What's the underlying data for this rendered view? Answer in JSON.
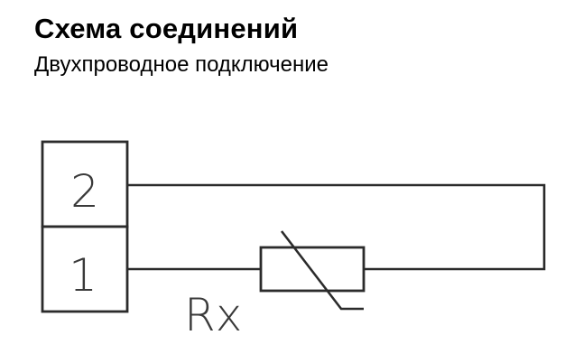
{
  "header": {
    "title": "Схема соединений",
    "subtitle": "Двухпроводное подключение"
  },
  "diagram": {
    "terminals": [
      {
        "id": "2",
        "label": "2"
      },
      {
        "id": "1",
        "label": "1"
      }
    ],
    "component": {
      "type": "variable-resistor",
      "label": "Rx"
    },
    "line_color": "#2b2b2b",
    "text_color": "#3a3a3a"
  }
}
